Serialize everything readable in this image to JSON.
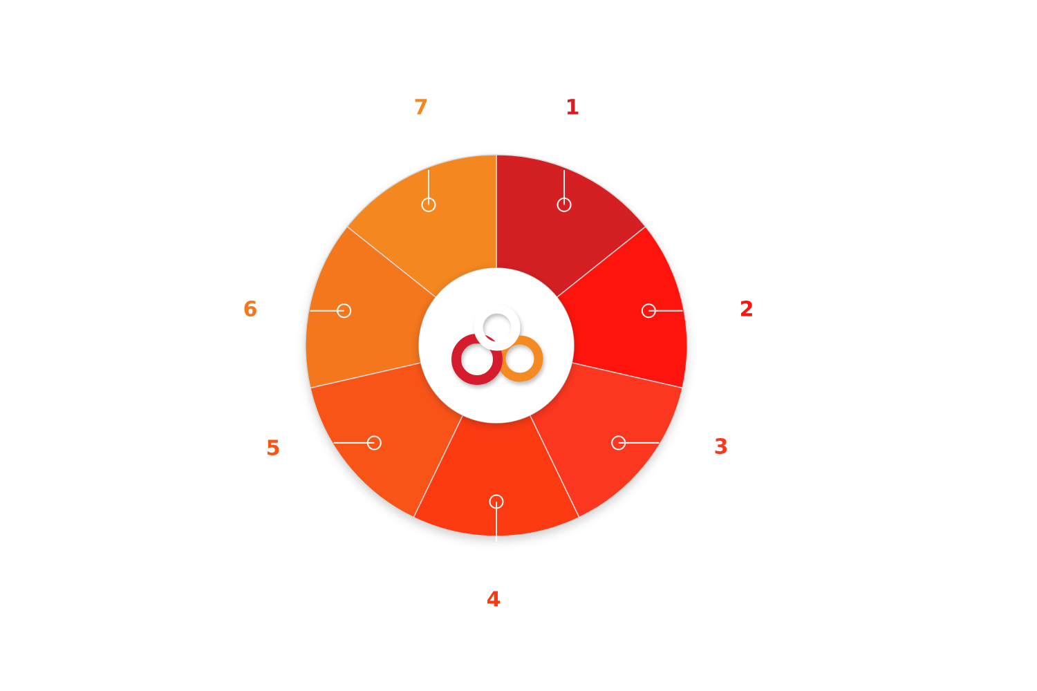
{
  "diagram": {
    "type": "segmented-wheel",
    "segments": [
      {
        "label": "1",
        "color": "#D41F23"
      },
      {
        "label": "2",
        "color": "#FE140C"
      },
      {
        "label": "3",
        "color": "#FB3720"
      },
      {
        "label": "4",
        "color": "#FB3A12"
      },
      {
        "label": "5",
        "color": "#F85418"
      },
      {
        "label": "6",
        "color": "#F4761D"
      },
      {
        "label": "7",
        "color": "#F4871F"
      }
    ],
    "center_icon": "three-interlocking-rings-icon",
    "icon_colors": {
      "red": "#D41F2F",
      "orange": "#F38A20",
      "white": "#FFFFFF"
    },
    "connector_color": "#FFFFFF",
    "divider_color": "#D9D9D9"
  }
}
